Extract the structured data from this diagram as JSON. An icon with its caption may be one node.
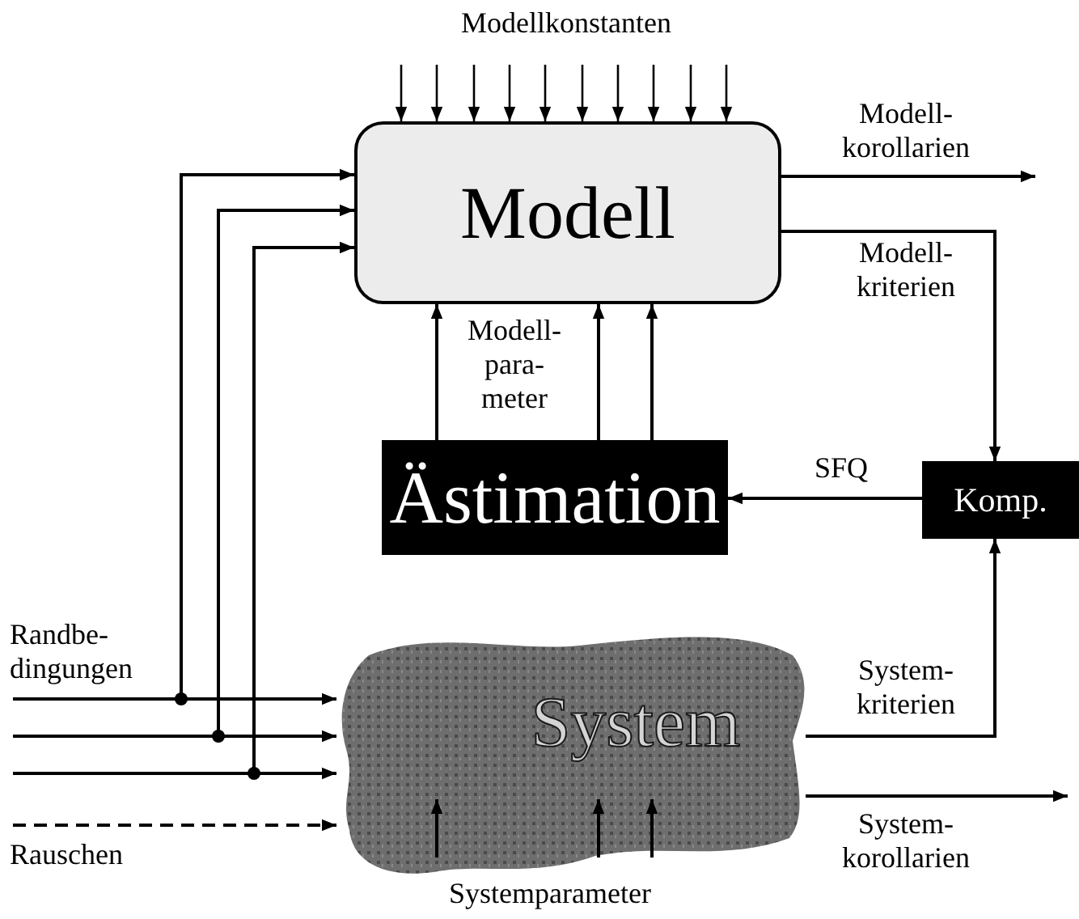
{
  "diagram": {
    "nodes": [
      {
        "text": [
          "Modell"
        ]
      },
      {
        "text": [
          "Ästimation"
        ]
      },
      {
        "text": [
          "Komp."
        ]
      },
      {
        "text": [
          "System"
        ]
      }
    ],
    "edges": [
      {
        "from": null,
        "to": 0,
        "arrow": "to"
      },
      {
        "from": null,
        "to": 0,
        "arrow": "to"
      },
      {
        "from": null,
        "to": 0,
        "arrow": "to"
      },
      {
        "from": null,
        "to": 0,
        "arrow": "to"
      },
      {
        "from": null,
        "to": 0,
        "arrow": "to"
      },
      {
        "from": null,
        "to": 0,
        "arrow": "to"
      },
      {
        "from": null,
        "to": 0,
        "arrow": "to"
      },
      {
        "from": null,
        "to": 0,
        "arrow": "to"
      },
      {
        "from": null,
        "to": 0,
        "arrow": "to"
      },
      {
        "from": null,
        "to": 0,
        "arrow": "to"
      },
      {
        "from": 0,
        "to": null,
        "arrow": "to",
        "label": "Modell- korollarien"
      },
      {
        "from": 0,
        "to": 2,
        "arrow": "to",
        "label": "Modell- kriterien"
      },
      {
        "from": 1,
        "to": 0,
        "arrow": "to"
      },
      {
        "from": 1,
        "to": 0,
        "arrow": "to"
      },
      {
        "from": 1,
        "to": 0,
        "arrow": "to"
      },
      {
        "from": 2,
        "to": 1,
        "arrow": "to",
        "label": "SFQ"
      },
      {
        "from": 3,
        "to": 2,
        "arrow": "to",
        "label": "System- kriterien"
      },
      {
        "from": 3,
        "to": null,
        "arrow": "to",
        "label": "System- korollarien"
      },
      {
        "from": null,
        "to": 3,
        "arrow": "to"
      },
      {
        "from": null,
        "to": 3,
        "arrow": "to"
      },
      {
        "from": null,
        "to": 3,
        "arrow": "to"
      },
      {
        "from": null,
        "to": 0,
        "arrow": "to"
      },
      {
        "from": null,
        "to": 0,
        "arrow": "to"
      },
      {
        "from": null,
        "to": 0,
        "arrow": "to"
      },
      {
        "from": null,
        "to": 3,
        "arrow": "to",
        "label": "Rauschen",
        "style": "dashed"
      },
      {
        "from": null,
        "to": 3,
        "arrow": "to"
      },
      {
        "from": null,
        "to": 3,
        "arrow": "to"
      },
      {
        "from": null,
        "to": 3,
        "arrow": "to"
      }
    ],
    "labels": [
      "Modellkonstanten",
      "Modell- para- meter",
      "Randbe- dingungen",
      "Systemparameter"
    ]
  }
}
